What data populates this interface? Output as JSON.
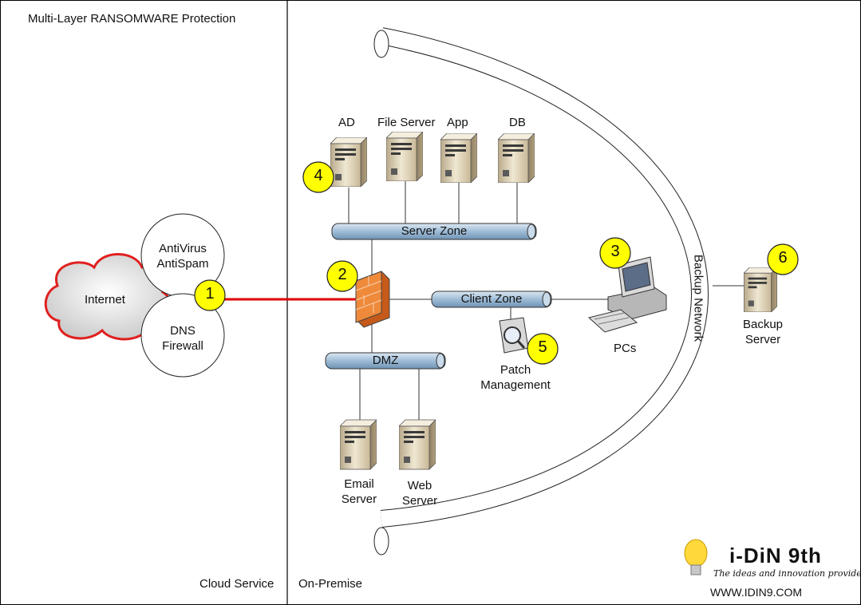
{
  "title": "Multi-Layer RANSOMWARE Protection",
  "zones": {
    "cloud": "Cloud Service",
    "onprem": "On-Premise"
  },
  "internet": "Internet",
  "bubbles": {
    "top": [
      "AntiVirus",
      "AntiSpam"
    ],
    "bottom": [
      "DNS",
      "Firewall"
    ]
  },
  "servers": {
    "ad": "AD",
    "file": "File Server",
    "app": "App",
    "db": "DB"
  },
  "buses": {
    "server": "Server Zone",
    "client": "Client Zone",
    "dmz": "DMZ"
  },
  "dmz_servers": {
    "email": [
      "Email",
      "Server"
    ],
    "web": [
      "Web",
      "Server"
    ]
  },
  "pcs": "PCs",
  "patch": [
    "Patch",
    "Management"
  ],
  "backup_network": "Backup Network",
  "backup_server": [
    "Backup",
    "Server"
  ],
  "badges": [
    "1",
    "2",
    "3",
    "4",
    "5",
    "6"
  ],
  "logo": {
    "name": "i-DiN 9th",
    "tagline": "The ideas and innovation provider",
    "url": "WWW.IDIN9.COM"
  },
  "colors": {
    "badge": "#ffff00",
    "link": "#e00000",
    "cloud_outline": "#e02020",
    "bus": "#a9c4dc",
    "firewall": "#e8792a"
  }
}
